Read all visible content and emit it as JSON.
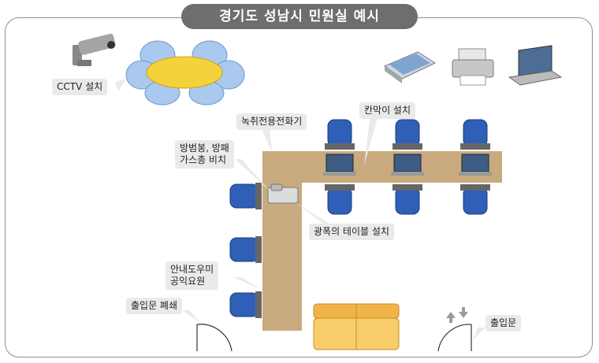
{
  "title": "경기도 성남시 민원실 예시",
  "labels": {
    "cctv": "CCTV 설치",
    "phone": "녹취전용전화기",
    "partition": "칸막이 설치",
    "anti_violence_1": "방범봉, 방패",
    "anti_violence_2": "가스총 비치",
    "wide_table": "광폭의 테이블 설치",
    "guide_1": "안내도우미",
    "guide_2": "공익요원",
    "closed_entrance": "출입문 폐쇄",
    "entrance": "출입문"
  },
  "colors": {
    "table": "#c9aa7f",
    "chair": "#2f5fb7",
    "sofa": "#f4c35a",
    "roundtable": "#f5d23c",
    "label_bg": "#e9eaea"
  }
}
